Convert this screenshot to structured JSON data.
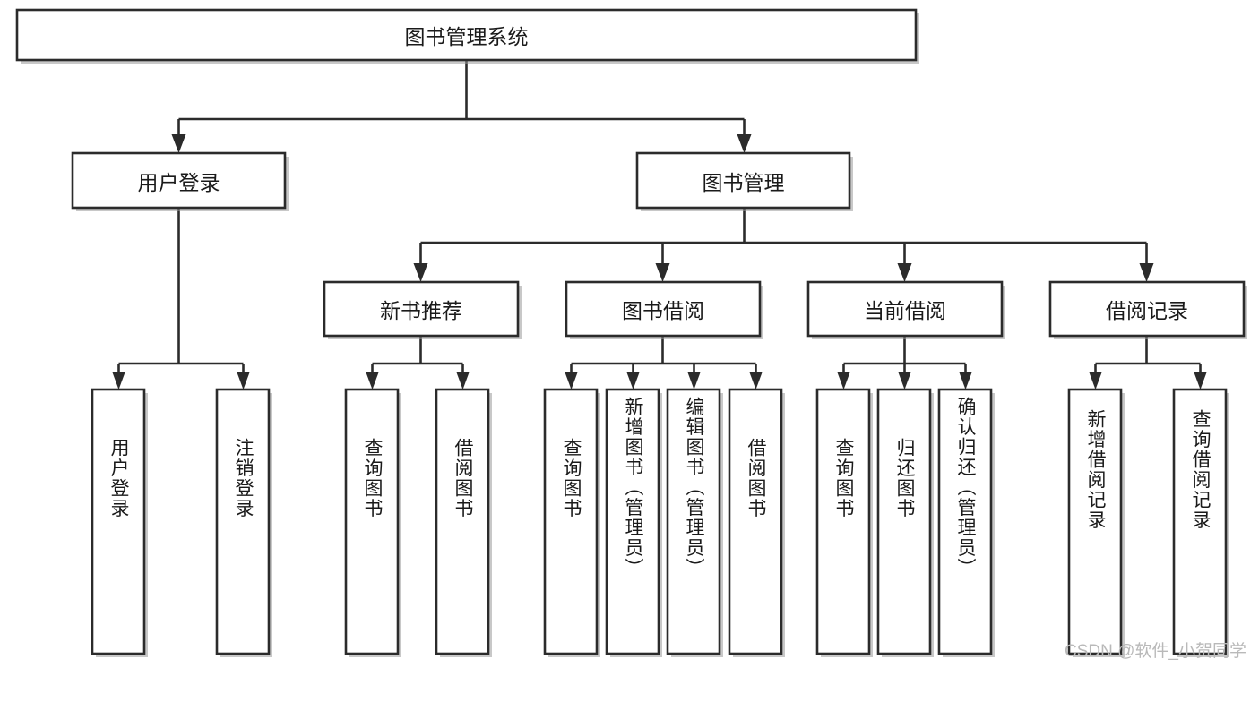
{
  "diagram": {
    "type": "tree-hierarchy",
    "title": "图书管理系统",
    "levels": {
      "root": {
        "label": "图书管理系统"
      },
      "level2": [
        {
          "id": "user-login",
          "label": "用户登录"
        },
        {
          "id": "book-management",
          "label": "图书管理"
        }
      ],
      "level3": [
        {
          "id": "new-book-recommend",
          "label": "新书推荐",
          "parent": "book-management"
        },
        {
          "id": "book-borrow",
          "label": "图书借阅",
          "parent": "book-management"
        },
        {
          "id": "current-borrow",
          "label": "当前借阅",
          "parent": "book-management"
        },
        {
          "id": "borrow-record",
          "label": "借阅记录",
          "parent": "book-management"
        }
      ],
      "leaves": [
        {
          "id": "leaf-user-login",
          "label": "用户登录",
          "parent": "user-login"
        },
        {
          "id": "leaf-logout-login",
          "label": "注销登录",
          "parent": "user-login"
        },
        {
          "id": "leaf-query-book-1",
          "label": "查询图书",
          "parent": "new-book-recommend"
        },
        {
          "id": "leaf-borrow-book-1",
          "label": "借阅图书",
          "parent": "new-book-recommend"
        },
        {
          "id": "leaf-query-book-2",
          "label": "查询图书",
          "parent": "book-borrow"
        },
        {
          "id": "leaf-add-book",
          "label": "新增图书（管理员）",
          "parent": "book-borrow"
        },
        {
          "id": "leaf-edit-book",
          "label": "编辑图书（管理员）",
          "parent": "book-borrow"
        },
        {
          "id": "leaf-borrow-book-2",
          "label": "借阅图书",
          "parent": "book-borrow"
        },
        {
          "id": "leaf-query-book-3",
          "label": "查询图书",
          "parent": "current-borrow"
        },
        {
          "id": "leaf-return-book",
          "label": "归还图书",
          "parent": "current-borrow"
        },
        {
          "id": "leaf-confirm-return",
          "label": "确认归还（管理员）",
          "parent": "current-borrow"
        },
        {
          "id": "leaf-add-record",
          "label": "新增借阅记录",
          "parent": "borrow-record"
        },
        {
          "id": "leaf-query-record",
          "label": "查询借阅记录",
          "parent": "borrow-record"
        }
      ]
    },
    "colors": {
      "box_fill": "#ffffff",
      "box_stroke": "#2b2b2b",
      "text": "#1a1a1a",
      "watermark": "#b9b9b9",
      "background": "#ffffff"
    }
  },
  "watermark": {
    "text": "CSDN @软件_小贺同学"
  }
}
